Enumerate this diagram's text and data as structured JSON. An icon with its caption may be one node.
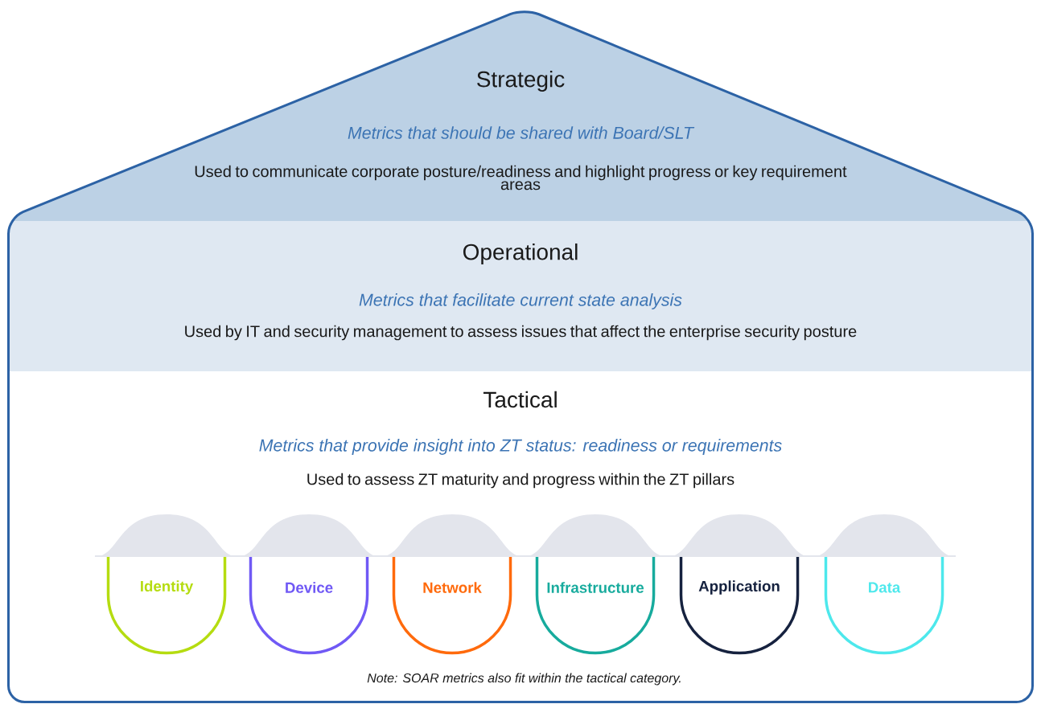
{
  "diagram": {
    "nodes": [
      {
        "text": [
          "Strategic",
          "Metrics that should be shared with Board/SLT",
          "Used to communicate corporate posture/readiness and highlight progress or key requirement areas"
        ]
      },
      {
        "text": [
          "Operational",
          "Metrics that facilitate current state analysis",
          "Used by IT and security management to assess issues that affect the enterprise security posture"
        ]
      },
      {
        "text": [
          "Tactical",
          "Metrics that provide insight into ZT status: readiness or requirements",
          "Used to assess ZT maturity and progress within the ZT pillars"
        ]
      },
      {
        "text": [
          "Identity"
        ],
        "in": 2
      },
      {
        "text": [
          "Device"
        ],
        "in": 2
      },
      {
        "text": [
          "Network"
        ],
        "in": 2
      },
      {
        "text": [
          "Infrastructure"
        ],
        "in": 2
      },
      {
        "text": [
          "Application"
        ],
        "in": 2
      },
      {
        "text": [
          "Data"
        ],
        "in": 2
      }
    ],
    "labels": [
      "Note: SOAR metrics also fit within the tactical category."
    ]
  }
}
